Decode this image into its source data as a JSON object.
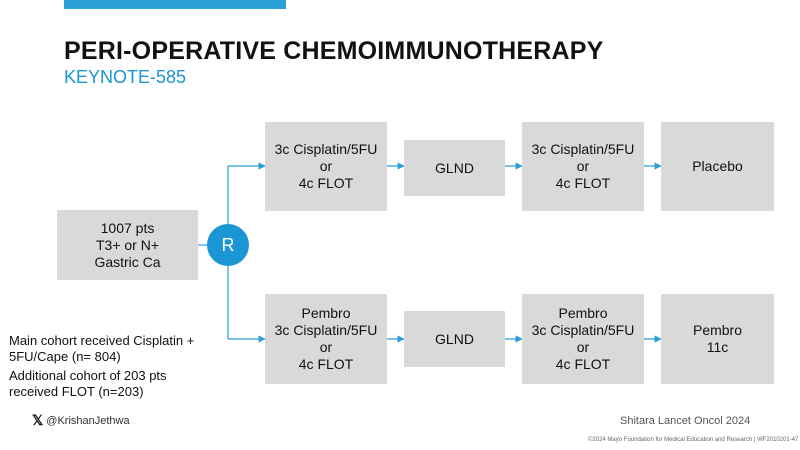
{
  "title": "PERI-OPERATIVE CHEMOIMMUNOTHERAPY",
  "subtitle": "KEYNOTE-585",
  "accent_color": "#1a96d4",
  "box_color": "#d9d9d9",
  "patients": {
    "lines": [
      "1007 pts",
      "T3+ or N+",
      "Gastric Ca"
    ]
  },
  "randomize": {
    "label": "R"
  },
  "arms": {
    "top": {
      "neoadjuvant": [
        "3c Cisplatin/5FU",
        "or",
        "4c FLOT"
      ],
      "surgery": [
        "GLND"
      ],
      "adjuvant": [
        "3c Cisplatin/5FU",
        "or",
        "4c FLOT"
      ],
      "maintenance": [
        "Placebo"
      ]
    },
    "bottom": {
      "neoadjuvant": [
        "Pembro",
        "3c Cisplatin/5FU",
        "or",
        "4c FLOT"
      ],
      "surgery": [
        "GLND"
      ],
      "adjuvant": [
        "Pembro",
        "3c Cisplatin/5FU",
        "or",
        "4c FLOT"
      ],
      "maintenance": [
        "Pembro",
        "11c"
      ]
    }
  },
  "notes": {
    "main_cohort": [
      "Main cohort received Cisplatin +",
      "5FU/Cape (n= 804)"
    ],
    "additional_cohort": [
      "Additional cohort of 203 pts",
      "received FLOT (n=203)"
    ]
  },
  "footer": {
    "x_icon": "x-logo-icon",
    "handle": "@KrishanJethwa",
    "citation": "Shitara Lancet Oncol 2024",
    "copyright": "©2024 Mayo Foundation for Medical Education and Research  |  WF2010201-47"
  }
}
